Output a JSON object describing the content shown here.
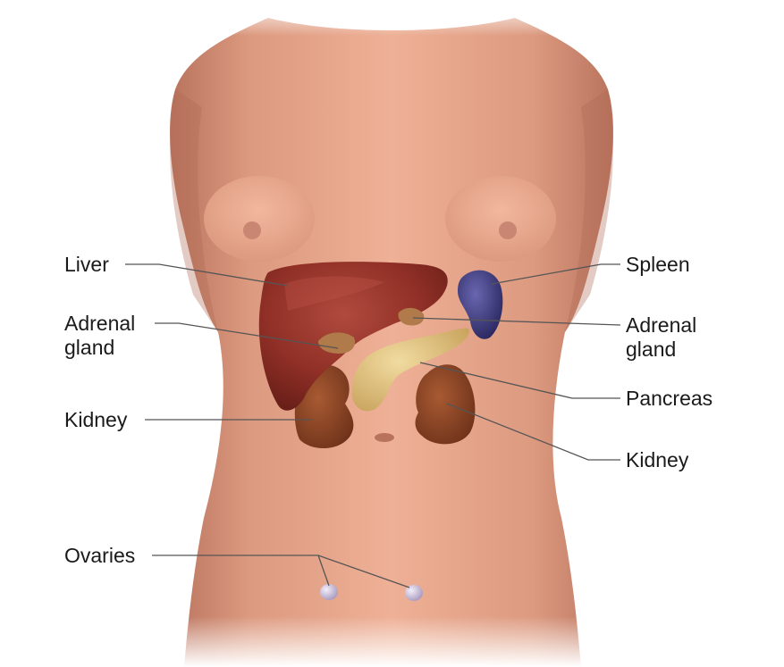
{
  "colors": {
    "skin": "#e9a98e",
    "skin_shadow": "#c8806a",
    "liver": "#8f2f26",
    "adrenal": "#b07a4a",
    "kidney": "#8a4424",
    "pancreas": "#e2c47e",
    "spleen": "#3e3a7e",
    "ovary": "#d7cde6",
    "leader_line": "#555555",
    "label_text": "#1a1a1a"
  },
  "labels": {
    "liver": "Liver",
    "adrenal_left_1": "Adrenal",
    "adrenal_left_2": "gland",
    "kidney_left": "Kidney",
    "ovaries": "Ovaries",
    "spleen": "Spleen",
    "adrenal_right_1": "Adrenal",
    "adrenal_right_2": "gland",
    "pancreas": "Pancreas",
    "kidney_right": "Kidney"
  }
}
